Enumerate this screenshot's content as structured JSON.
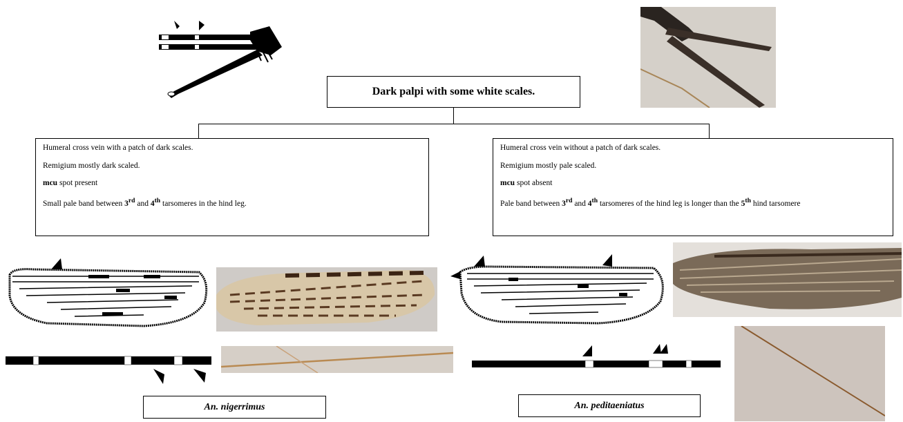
{
  "title": "Dark palpi with some white scales.",
  "left_branch": {
    "line1": "Humeral cross vein with a patch of dark scales.",
    "line2": "Remigium mostly dark scaled.",
    "line3_bold": "mcu",
    "line3_rest": " spot present",
    "line4_a": "Small pale band between ",
    "line4_n1": "3",
    "line4_s1": "rd",
    "line4_b": " and ",
    "line4_n2": "4",
    "line4_s2": "th",
    "line4_c": " tarsomeres in the hind leg.",
    "species": "An. nigerrimus"
  },
  "right_branch": {
    "line1": "Humeral cross vein without a patch of dark scales.",
    "line2": "Remigium mostly pale scaled.",
    "line3_bold": "mcu",
    "line3_rest": " spot absent",
    "line4_a": "Pale band between ",
    "line4_n1": "3",
    "line4_s1": "rd",
    "line4_b": " and ",
    "line4_n2": "4",
    "line4_s2": "th",
    "line4_c": " tarsomeres of the hind leg is longer than the ",
    "line4_n3": "5",
    "line4_s3": "th",
    "line4_d": " hind tarsomere",
    "species": "An. peditaeniatus"
  },
  "colors": {
    "ink": "#000000",
    "photo_bg_grey": "#c9c6c3",
    "wing_brown": "#5a3a22",
    "leg_tan": "#b98a52"
  }
}
